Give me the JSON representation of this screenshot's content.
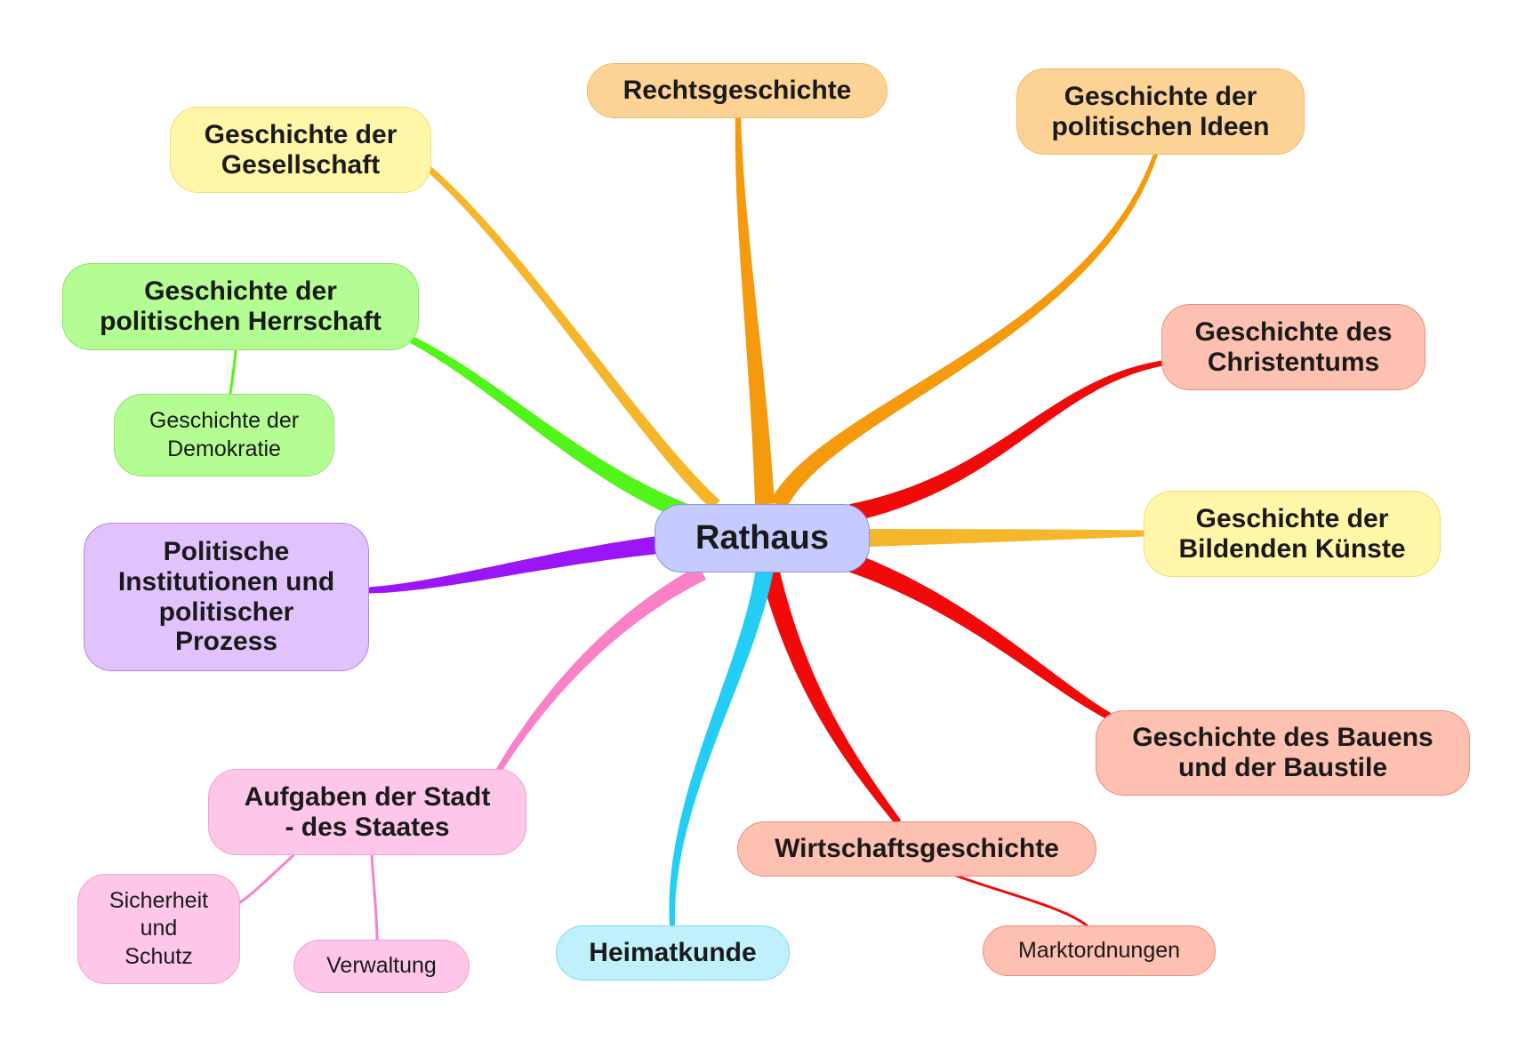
{
  "center": {
    "label": "Rathaus",
    "fill": "#c5cbff",
    "stroke": "#8b95e8"
  },
  "branches": [
    {
      "key": "gesellschaft",
      "label": "Geschichte der\nGesellschaft",
      "color": "#f5b62b",
      "fill": "#fff6a8",
      "stroke": "#f0df70"
    },
    {
      "key": "recht",
      "label": "Rechtsgeschichte",
      "color": "#f49a0c",
      "fill": "#fdd395",
      "stroke": "#f2b866"
    },
    {
      "key": "ideen",
      "label": "Geschichte der\npolitischen Ideen",
      "color": "#f49a0c",
      "fill": "#fdd395",
      "stroke": "#f2b866"
    },
    {
      "key": "christentum",
      "label": "Geschichte des\nChristentums",
      "color": "#f00a0a",
      "fill": "#fec0b0",
      "stroke": "#f08a7a"
    },
    {
      "key": "kuenste",
      "label": "Geschichte der\nBildenden Künste",
      "color": "#f5b62b",
      "fill": "#fff6a8",
      "stroke": "#f0df70"
    },
    {
      "key": "bauen",
      "label": "Geschichte des Bauens\nund der Baustile",
      "color": "#f00a0a",
      "fill": "#fec0b0",
      "stroke": "#f08a7a"
    },
    {
      "key": "wirtschaft",
      "label": "Wirtschaftsgeschichte",
      "color": "#f00a0a",
      "fill": "#fec0b0",
      "stroke": "#f08a7a",
      "children": [
        {
          "key": "markt",
          "label": "Marktordnungen"
        }
      ]
    },
    {
      "key": "heimat",
      "label": "Heimatkunde",
      "color": "#24cdf5",
      "fill": "#bff0fb",
      "stroke": "#7fdcf3"
    },
    {
      "key": "aufgaben",
      "label": "Aufgaben der Stadt\n- des Staates",
      "color": "#fa80c8",
      "fill": "#fec6e8",
      "stroke": "#f5a0d2",
      "children": [
        {
          "key": "sicherheit",
          "label": "Sicherheit\nund\nSchutz"
        },
        {
          "key": "verwaltung",
          "label": "Verwaltung"
        }
      ]
    },
    {
      "key": "institutionen",
      "label": "Politische\nInstitutionen und\npolitischer\nProzess",
      "color": "#9a16f6",
      "fill": "#e1c2fd",
      "stroke": "#b488ec"
    },
    {
      "key": "herrschaft",
      "label": "Geschichte der\npolitischen Herrschaft",
      "color": "#52f51a",
      "fill": "#b3fd92",
      "stroke": "#8fe46b",
      "children": [
        {
          "key": "demokratie",
          "label": "Geschichte der\nDemokratie"
        }
      ]
    }
  ]
}
